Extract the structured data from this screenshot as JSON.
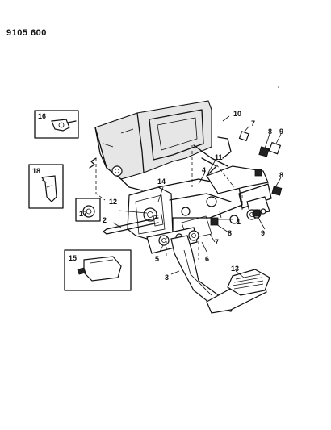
{
  "document_number": "9105 600",
  "callouts": {
    "c1": "1",
    "c2": "2",
    "c3": "3",
    "c4": "4",
    "c5": "5",
    "c6": "6",
    "c7a": "7",
    "c7b": "7",
    "c8a": "8",
    "c8b": "8",
    "c8c": "8",
    "c9a": "9",
    "c9b": "9",
    "c10": "10",
    "c11": "11",
    "c12": "12",
    "c13": "13",
    "c14": "14",
    "c15": "15",
    "c16": "16",
    "c17": "17",
    "c18": "18"
  }
}
